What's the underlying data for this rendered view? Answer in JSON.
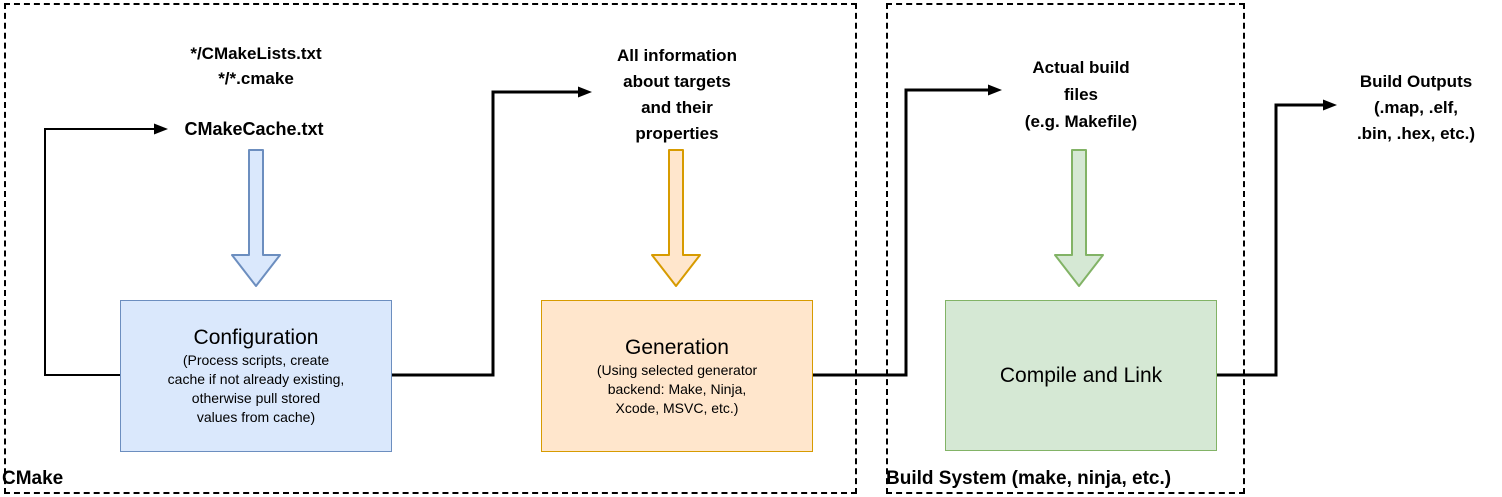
{
  "diagram": {
    "title_hint": "CMake build process flow",
    "containers": {
      "cmake": {
        "label": "CMake"
      },
      "build_system": {
        "label": "Build System (make, ninja, etc.)"
      }
    },
    "annotations": {
      "cmake_sources": [
        "*/CMakeLists.txt",
        "*/*.cmake"
      ],
      "cmake_cache": "CMakeCache.txt",
      "target_info": [
        "All information",
        "about targets",
        "and their",
        "properties"
      ],
      "build_files": [
        "Actual build",
        "files",
        "(e.g. Makefile)"
      ],
      "build_outputs": [
        "Build Outputs",
        "(.map, .elf,",
        ".bin, .hex, etc.)"
      ]
    },
    "nodes": {
      "configuration": {
        "title": "Configuration",
        "description": [
          "(Process scripts, create",
          "cache if not already existing,",
          "otherwise pull stored",
          "values from cache)"
        ],
        "fill": "#dae8fc",
        "stroke": "#6c8ebf"
      },
      "generation": {
        "title": "Generation",
        "description": [
          "(Using selected generator",
          "backend: Make, Ninja,",
          "Xcode, MSVC, etc.)"
        ],
        "fill": "#ffe6cc",
        "stroke": "#d79b00"
      },
      "compile_link": {
        "title": "Compile and Link",
        "description": [],
        "fill": "#d5e8d4",
        "stroke": "#82b366"
      }
    },
    "palette": {
      "connector": "#000000",
      "container_border": "#000000",
      "blue_fill": "#dae8fc",
      "blue_stroke": "#6c8ebf",
      "orange_fill": "#ffe6cc",
      "orange_stroke": "#d79b00",
      "green_fill": "#d5e8d4",
      "green_stroke": "#82b366"
    }
  }
}
